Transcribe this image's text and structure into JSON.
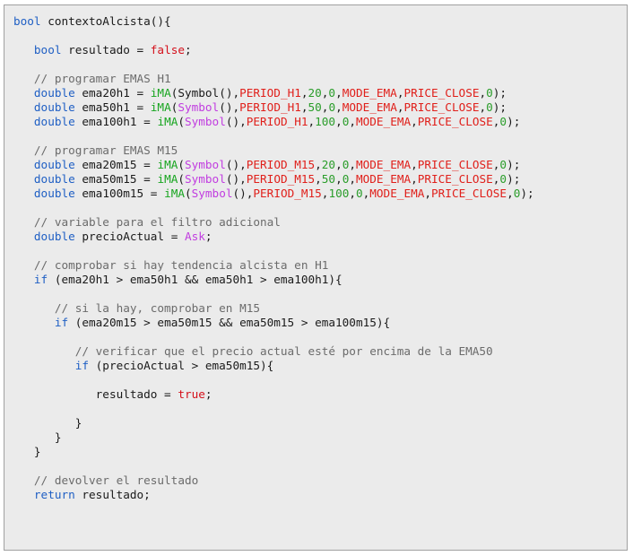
{
  "code": {
    "lines": [
      [
        [
          "kw",
          "bool"
        ],
        [
          "fn",
          " contextoAlcista(){"
        ]
      ],
      [],
      [
        [
          "plain",
          "   "
        ],
        [
          "kw",
          "bool"
        ],
        [
          "plain",
          " resultado = "
        ],
        [
          "false",
          "false"
        ],
        [
          "plain",
          ";"
        ]
      ],
      [],
      [
        [
          "cmt",
          "   // programar EMAS H1"
        ]
      ],
      [
        [
          "plain",
          "   "
        ],
        [
          "kw",
          "double"
        ],
        [
          "plain",
          " ema20h1 = "
        ],
        [
          "ima",
          "iMA"
        ],
        [
          "plain",
          "(Symbol(),"
        ],
        [
          "const",
          "PERIOD_H1"
        ],
        [
          "plain",
          ","
        ],
        [
          "num",
          "20"
        ],
        [
          "plain",
          ","
        ],
        [
          "num",
          "0"
        ],
        [
          "plain",
          ","
        ],
        [
          "const",
          "MODE_EMA"
        ],
        [
          "plain",
          ","
        ],
        [
          "const",
          "PRICE_CLOSE"
        ],
        [
          "plain",
          ","
        ],
        [
          "num",
          "0"
        ],
        [
          "plain",
          ");"
        ]
      ],
      [
        [
          "plain",
          "   "
        ],
        [
          "kw",
          "double"
        ],
        [
          "plain",
          " ema50h1 = "
        ],
        [
          "ima",
          "iMA"
        ],
        [
          "plain",
          "("
        ],
        [
          "sym",
          "Symbol"
        ],
        [
          "plain",
          "(),"
        ],
        [
          "const",
          "PERIOD_H1"
        ],
        [
          "plain",
          ","
        ],
        [
          "num",
          "50"
        ],
        [
          "plain",
          ","
        ],
        [
          "num",
          "0"
        ],
        [
          "plain",
          ","
        ],
        [
          "const",
          "MODE_EMA"
        ],
        [
          "plain",
          ","
        ],
        [
          "const",
          "PRICE_CLOSE"
        ],
        [
          "plain",
          ","
        ],
        [
          "num",
          "0"
        ],
        [
          "plain",
          ");"
        ]
      ],
      [
        [
          "plain",
          "   "
        ],
        [
          "kw",
          "double"
        ],
        [
          "plain",
          " ema100h1 = "
        ],
        [
          "ima",
          "iMA"
        ],
        [
          "plain",
          "("
        ],
        [
          "sym",
          "Symbol"
        ],
        [
          "plain",
          "(),"
        ],
        [
          "const",
          "PERIOD_H1"
        ],
        [
          "plain",
          ","
        ],
        [
          "num",
          "100"
        ],
        [
          "plain",
          ","
        ],
        [
          "num",
          "0"
        ],
        [
          "plain",
          ","
        ],
        [
          "const",
          "MODE_EMA"
        ],
        [
          "plain",
          ","
        ],
        [
          "const",
          "PRICE_CLOSE"
        ],
        [
          "plain",
          ","
        ],
        [
          "num",
          "0"
        ],
        [
          "plain",
          ");"
        ]
      ],
      [],
      [
        [
          "cmt",
          "   // programar EMAS M15"
        ]
      ],
      [
        [
          "plain",
          "   "
        ],
        [
          "kw",
          "double"
        ],
        [
          "plain",
          " ema20m15 = "
        ],
        [
          "ima",
          "iMA"
        ],
        [
          "plain",
          "("
        ],
        [
          "sym",
          "Symbol"
        ],
        [
          "plain",
          "(),"
        ],
        [
          "const",
          "PERIOD_M15"
        ],
        [
          "plain",
          ","
        ],
        [
          "num",
          "20"
        ],
        [
          "plain",
          ","
        ],
        [
          "num",
          "0"
        ],
        [
          "plain",
          ","
        ],
        [
          "const",
          "MODE_EMA"
        ],
        [
          "plain",
          ","
        ],
        [
          "const",
          "PRICE_CLOSE"
        ],
        [
          "plain",
          ","
        ],
        [
          "num",
          "0"
        ],
        [
          "plain",
          ");"
        ]
      ],
      [
        [
          "plain",
          "   "
        ],
        [
          "kw",
          "double"
        ],
        [
          "plain",
          " ema50m15 = "
        ],
        [
          "ima",
          "iMA"
        ],
        [
          "plain",
          "("
        ],
        [
          "sym",
          "Symbol"
        ],
        [
          "plain",
          "(),"
        ],
        [
          "const",
          "PERIOD_M15"
        ],
        [
          "plain",
          ","
        ],
        [
          "num",
          "50"
        ],
        [
          "plain",
          ","
        ],
        [
          "num",
          "0"
        ],
        [
          "plain",
          ","
        ],
        [
          "const",
          "MODE_EMA"
        ],
        [
          "plain",
          ","
        ],
        [
          "const",
          "PRICE_CLOSE"
        ],
        [
          "plain",
          ","
        ],
        [
          "num",
          "0"
        ],
        [
          "plain",
          ");"
        ]
      ],
      [
        [
          "plain",
          "   "
        ],
        [
          "kw",
          "double"
        ],
        [
          "plain",
          " ema100m15 = "
        ],
        [
          "ima",
          "iMA"
        ],
        [
          "plain",
          "("
        ],
        [
          "sym",
          "Symbol"
        ],
        [
          "plain",
          "(),"
        ],
        [
          "const",
          "PERIOD_M15"
        ],
        [
          "plain",
          ","
        ],
        [
          "num",
          "100"
        ],
        [
          "plain",
          ","
        ],
        [
          "num",
          "0"
        ],
        [
          "plain",
          ","
        ],
        [
          "const",
          "MODE_EMA"
        ],
        [
          "plain",
          ","
        ],
        [
          "const",
          "PRICE_CLOSE"
        ],
        [
          "plain",
          ","
        ],
        [
          "num",
          "0"
        ],
        [
          "plain",
          ");"
        ]
      ],
      [],
      [
        [
          "cmt",
          "   // variable para el filtro adicional"
        ]
      ],
      [
        [
          "plain",
          "   "
        ],
        [
          "kw",
          "double"
        ],
        [
          "plain",
          " precioActual = "
        ],
        [
          "ask",
          "Ask"
        ],
        [
          "plain",
          ";"
        ]
      ],
      [],
      [
        [
          "cmt",
          "   // comprobar si hay tendencia alcista en H1"
        ]
      ],
      [
        [
          "plain",
          "   "
        ],
        [
          "kw",
          "if"
        ],
        [
          "plain",
          " (ema20h1 > ema50h1 && ema50h1 > ema100h1){"
        ]
      ],
      [],
      [
        [
          "cmt",
          "      // si la hay, comprobar en M15"
        ]
      ],
      [
        [
          "plain",
          "      "
        ],
        [
          "kw",
          "if"
        ],
        [
          "plain",
          " (ema20m15 > ema50m15 && ema50m15 > ema100m15){"
        ]
      ],
      [],
      [
        [
          "cmt",
          "         // verificar que el precio actual esté por encima de la EMA50"
        ]
      ],
      [
        [
          "plain",
          "         "
        ],
        [
          "kw",
          "if"
        ],
        [
          "plain",
          " (precioActual > ema50m15){"
        ]
      ],
      [],
      [
        [
          "plain",
          "            resultado = "
        ],
        [
          "true",
          "true"
        ],
        [
          "plain",
          ";"
        ]
      ],
      [],
      [
        [
          "plain",
          "         }"
        ]
      ],
      [
        [
          "plain",
          "      }"
        ]
      ],
      [
        [
          "plain",
          "   }"
        ]
      ],
      [],
      [
        [
          "cmt",
          "   // devolver el resultado"
        ]
      ],
      [
        [
          "plain",
          "   "
        ],
        [
          "kw",
          "return"
        ],
        [
          "plain",
          " resultado;"
        ]
      ]
    ]
  }
}
